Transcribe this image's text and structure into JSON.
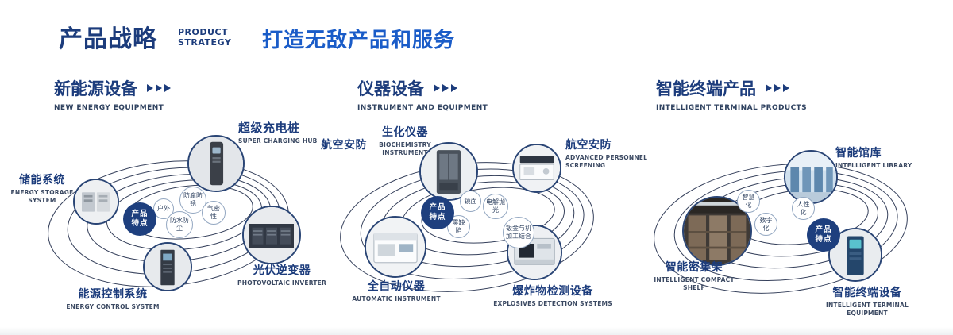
{
  "header": {
    "title_zh": "产品战略",
    "title_en_line1": "PRODUCT",
    "title_en_line2": "STRATEGY",
    "slogan": "打造无敌产品和服务"
  },
  "colors": {
    "navy": "#1c3c7c",
    "accent_blue": "#1a5cc8"
  },
  "feature_badge": {
    "line1": "产品",
    "line2": "特点"
  },
  "sections": [
    {
      "title": "新能源设备",
      "subtitle": "NEW ENERGY EQUIPMENT",
      "items": [
        {
          "zh": "储能系统",
          "en": "ENERGY STORAGE SYSTEM"
        },
        {
          "zh": "超级充电桩",
          "en": "SUPER CHARGING HUB"
        },
        {
          "zh": "光伏逆变器",
          "en": "PHOTOVOLTAIC INVERTER"
        },
        {
          "zh": "能源控制系统",
          "en": "ENERGY CONTROL SYSTEM"
        }
      ],
      "bubbles": [
        "户外",
        "防腐防锈",
        "气密性",
        "防水防尘"
      ]
    },
    {
      "title": "仪器设备",
      "subtitle": "INSTRUMENT AND EQUIPMENT",
      "extra_label": "航空安防",
      "items": [
        {
          "zh": "生化仪器",
          "en": "BIOCHEMISTRY INSTRUMENT"
        },
        {
          "zh": "航空安防",
          "en": "ADVANCED PERSONNEL SCREENING"
        },
        {
          "zh": "全自动仪器",
          "en": "AUTOMATIC INSTRUMENT"
        },
        {
          "zh": "爆炸物检测设备",
          "en": "EXPLOSIVES DETECTION SYSTEMS"
        }
      ],
      "bubbles": [
        "镜面",
        "电解抛光",
        "零缺陷",
        "钣金与机加工结合"
      ]
    },
    {
      "title": "智能终端产品",
      "subtitle": "INTELLIGENT TERMINAL PRODUCTS",
      "items": [
        {
          "zh": "智能馆库",
          "en": "INTELLIGENT LIBRARY"
        },
        {
          "zh": "智能密集架",
          "en": "INTELLIGENT COMPACT SHELF"
        },
        {
          "zh": "智能终端设备",
          "en": "INTELLIGENT TERMINAL EQUIPMENT"
        }
      ],
      "bubbles": [
        "智慧化",
        "人性化",
        "数字化"
      ]
    }
  ]
}
